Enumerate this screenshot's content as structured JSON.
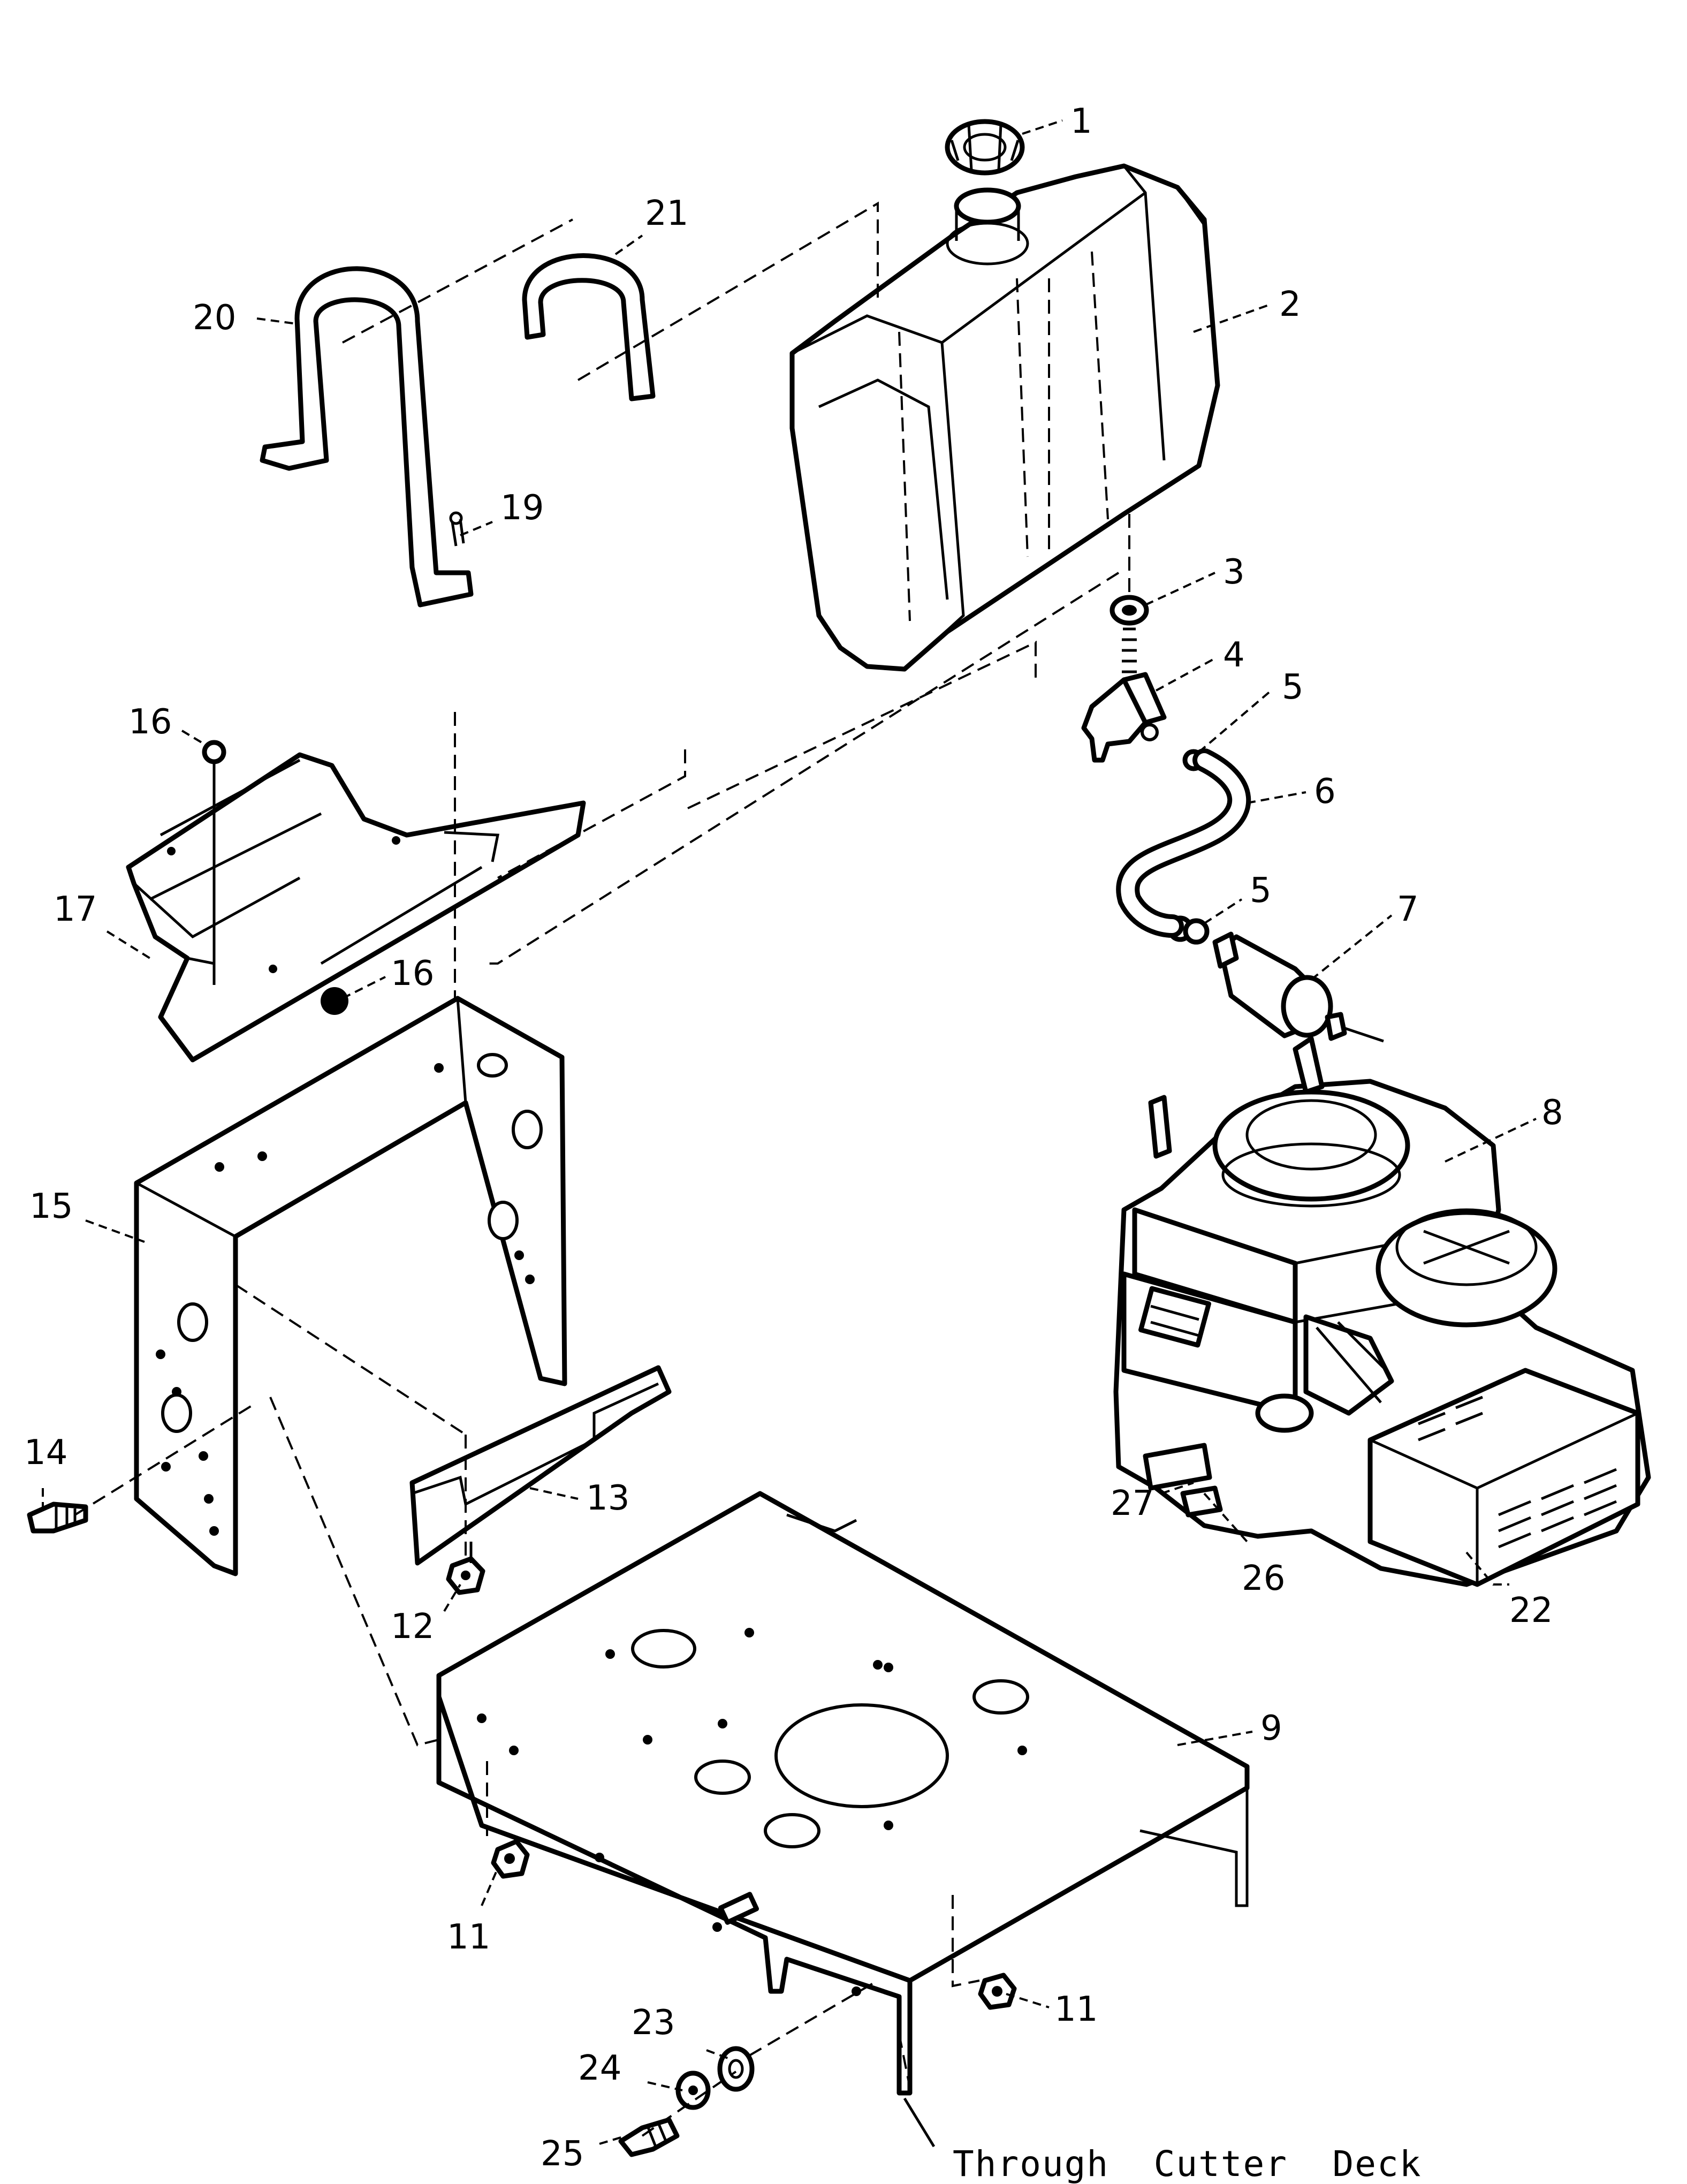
{
  "callouts": [
    {
      "id": "callout-1",
      "text": "1"
    },
    {
      "id": "callout-2",
      "text": "2"
    },
    {
      "id": "callout-3",
      "text": "3"
    },
    {
      "id": "callout-4",
      "text": "4"
    },
    {
      "id": "callout-5a",
      "text": "5"
    },
    {
      "id": "callout-6",
      "text": "6"
    },
    {
      "id": "callout-5b",
      "text": "5"
    },
    {
      "id": "callout-7",
      "text": "7"
    },
    {
      "id": "callout-8",
      "text": "8"
    },
    {
      "id": "callout-9",
      "text": "9"
    },
    {
      "id": "callout-11a",
      "text": "11"
    },
    {
      "id": "callout-11b",
      "text": "11"
    },
    {
      "id": "callout-12",
      "text": "12"
    },
    {
      "id": "callout-13",
      "text": "13"
    },
    {
      "id": "callout-14",
      "text": "14"
    },
    {
      "id": "callout-15",
      "text": "15"
    },
    {
      "id": "callout-16a",
      "text": "16"
    },
    {
      "id": "callout-16b",
      "text": "16"
    },
    {
      "id": "callout-17",
      "text": "17"
    },
    {
      "id": "callout-19",
      "text": "19"
    },
    {
      "id": "callout-20",
      "text": "20"
    },
    {
      "id": "callout-21",
      "text": "21"
    },
    {
      "id": "callout-22",
      "text": "22"
    },
    {
      "id": "callout-23",
      "text": "23"
    },
    {
      "id": "callout-24",
      "text": "24"
    },
    {
      "id": "callout-25",
      "text": "25"
    },
    {
      "id": "callout-26",
      "text": "26"
    },
    {
      "id": "callout-27",
      "text": "27"
    }
  ],
  "note": "Through  Cutter  Deck"
}
